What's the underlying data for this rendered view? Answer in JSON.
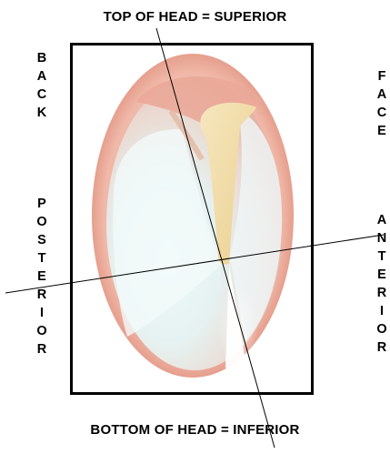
{
  "labels": {
    "top": "TOP OF HEAD = SUPERIOR",
    "bottom": "BOTTOM OF HEAD = INFERIOR",
    "back": "BACK",
    "posterior": "POSTERIOR",
    "face": "FACE",
    "anterior": "ANTERIOR"
  },
  "colors": {
    "frame": "#000000",
    "rim": "#e7a394",
    "membrane_light": "#eaf5f8",
    "malleus": "#f3e2b0",
    "axis_lines": "#000000"
  }
}
